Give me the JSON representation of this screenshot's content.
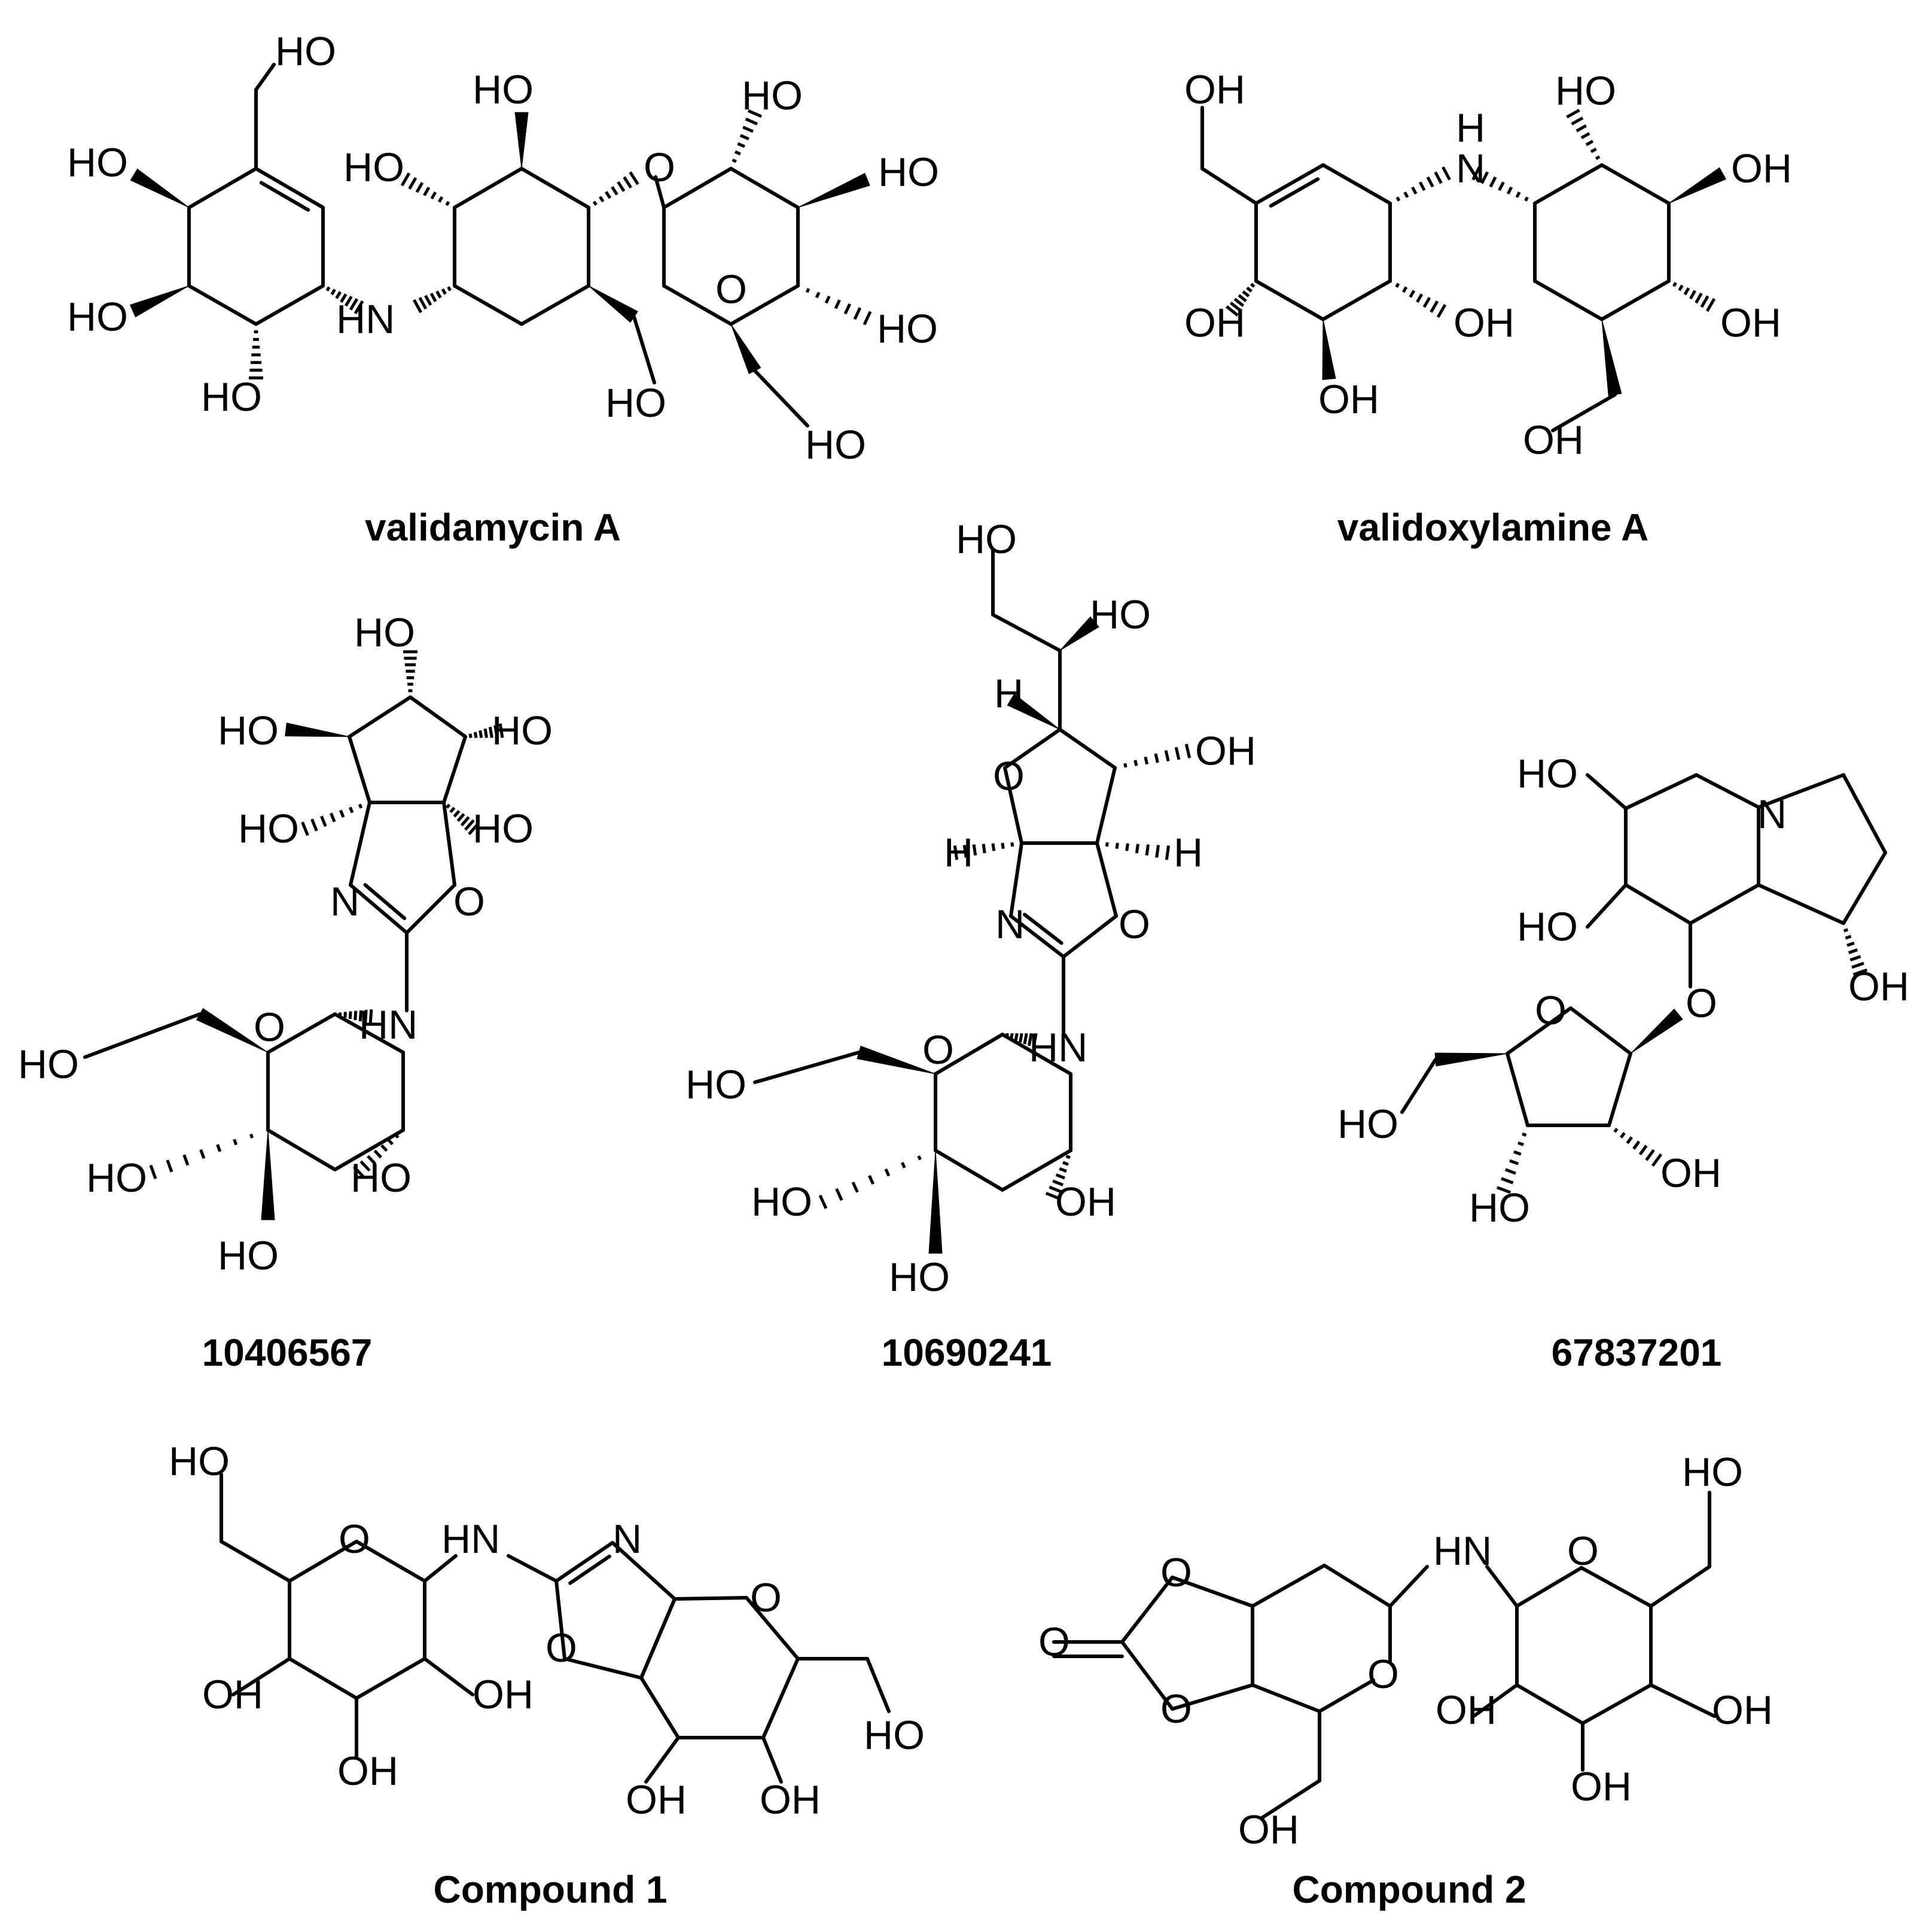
{
  "compounds": [
    {
      "name": "validamycin A"
    },
    {
      "name": "validoxylamine A"
    },
    {
      "name": "10406567"
    },
    {
      "name": "10690241"
    },
    {
      "name": "67837201"
    },
    {
      "name": "Compound 1"
    },
    {
      "name": "Compound 2"
    }
  ],
  "atom_labels": {
    "HO": "HO",
    "OH": "OH",
    "O": "O",
    "N": "N",
    "HN": "HN",
    "H": "H"
  }
}
